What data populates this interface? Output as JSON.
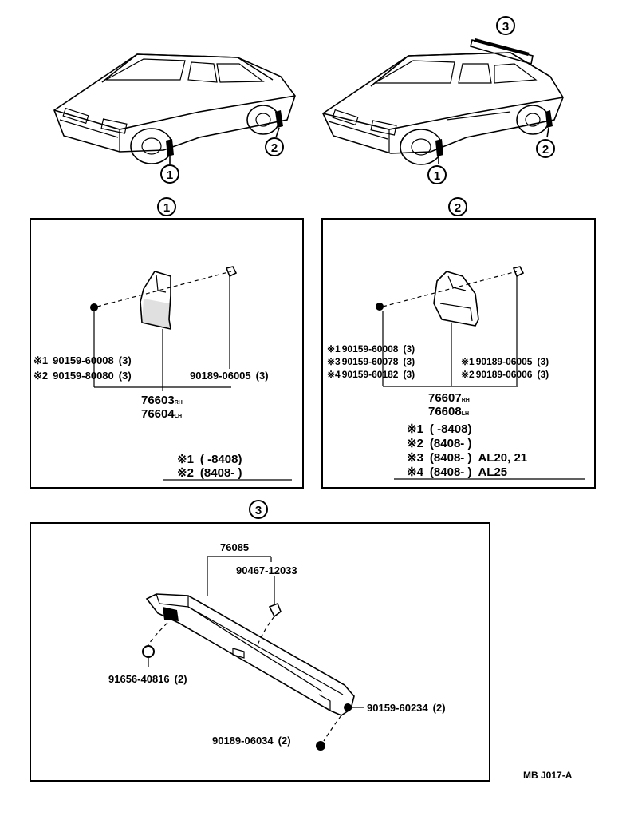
{
  "callouts": {
    "one": "1",
    "two": "2",
    "three": "3"
  },
  "panel1": {
    "items": [
      {
        "mark": "※1",
        "part": "90159-60008",
        "qty": "(3)"
      },
      {
        "mark": "※2",
        "part": "90159-80080",
        "qty": "(3)"
      }
    ],
    "bolt": {
      "part": "90189-06005",
      "qty": "(3)"
    },
    "main_parts": [
      {
        "part": "76603",
        "side": "RH"
      },
      {
        "part": "76604",
        "side": "LH"
      }
    ],
    "legend": [
      {
        "mark": "※1",
        "range": "(      -8408)"
      },
      {
        "mark": "※2",
        "range": "(8408-      )"
      }
    ]
  },
  "panel2": {
    "left_items": [
      {
        "mark": "※1",
        "part": "90159-60008",
        "qty": "(3)"
      },
      {
        "mark": "※3",
        "part": "90159-60078",
        "qty": "(3)"
      },
      {
        "mark": "※4",
        "part": "90159-60182",
        "qty": "(3)"
      }
    ],
    "right_items": [
      {
        "mark": "※1",
        "part": "90189-06005",
        "qty": "(3)"
      },
      {
        "mark": "※2",
        "part": "90189-06006",
        "qty": "(3)"
      }
    ],
    "main_parts": [
      {
        "part": "76607",
        "side": "RH"
      },
      {
        "part": "76608",
        "side": "LH"
      }
    ],
    "legend": [
      {
        "mark": "※1",
        "range": "(      -8408)",
        "model": ""
      },
      {
        "mark": "※2",
        "range": "(8408-      )",
        "model": ""
      },
      {
        "mark": "※3",
        "range": "(8408-      )",
        "model": "AL20, 21"
      },
      {
        "mark": "※4",
        "range": "(8408-      )",
        "model": "AL25"
      }
    ]
  },
  "panel3": {
    "assembly": "76085",
    "screw": "90467-12033",
    "grommet": {
      "part": "91656-40816",
      "qty": "(2)"
    },
    "nut": {
      "part": "90159-60234",
      "qty": "(2)"
    },
    "bolt": {
      "part": "90189-06034",
      "qty": "(2)"
    }
  },
  "figure_code": "MB J017-A"
}
